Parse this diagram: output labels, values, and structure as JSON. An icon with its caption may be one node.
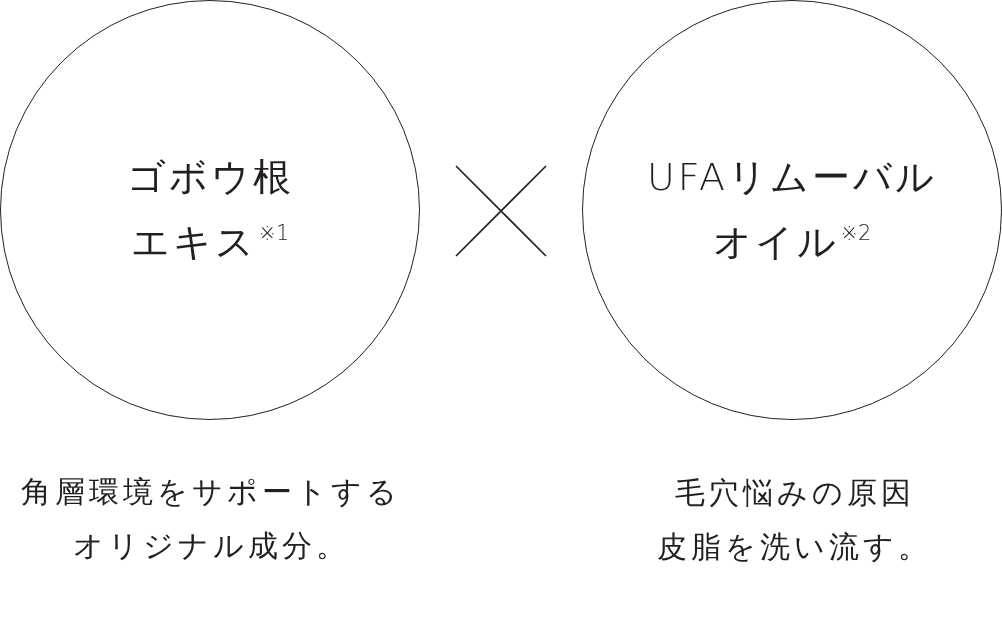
{
  "diagram": {
    "nodes": [
      {
        "text": [
          "ゴボウ根エキス$^{※1}$"
        ],
        "beside": [
          "角層環境をサポートするオリジナル成分。"
        ]
      },
      {
        "text": [
          "UFAリムーバルオイル$^{※2}$"
        ],
        "beside": [
          "毛穴悩みの原因皮脂を洗い流す。"
        ]
      }
    ]
  }
}
